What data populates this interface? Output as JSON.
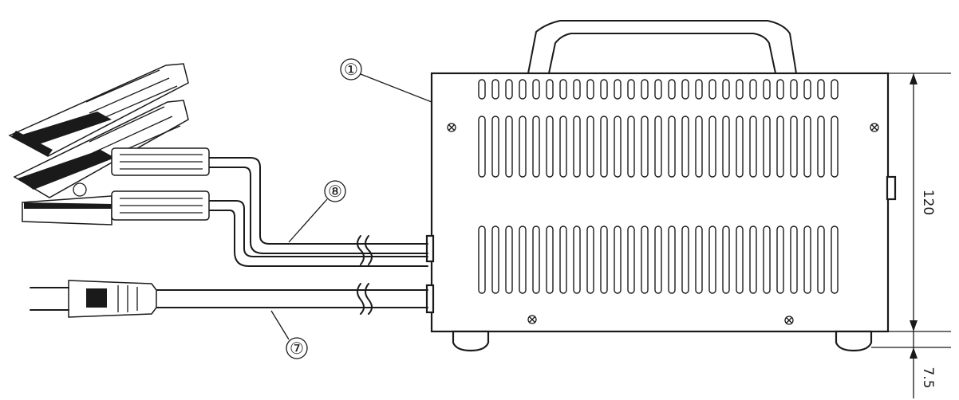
{
  "callouts": {
    "unit_body": "①",
    "power_cord": "⑦",
    "clip_cables": "⑧"
  },
  "dimensions": {
    "height": "120",
    "foot_height": "7.5"
  }
}
